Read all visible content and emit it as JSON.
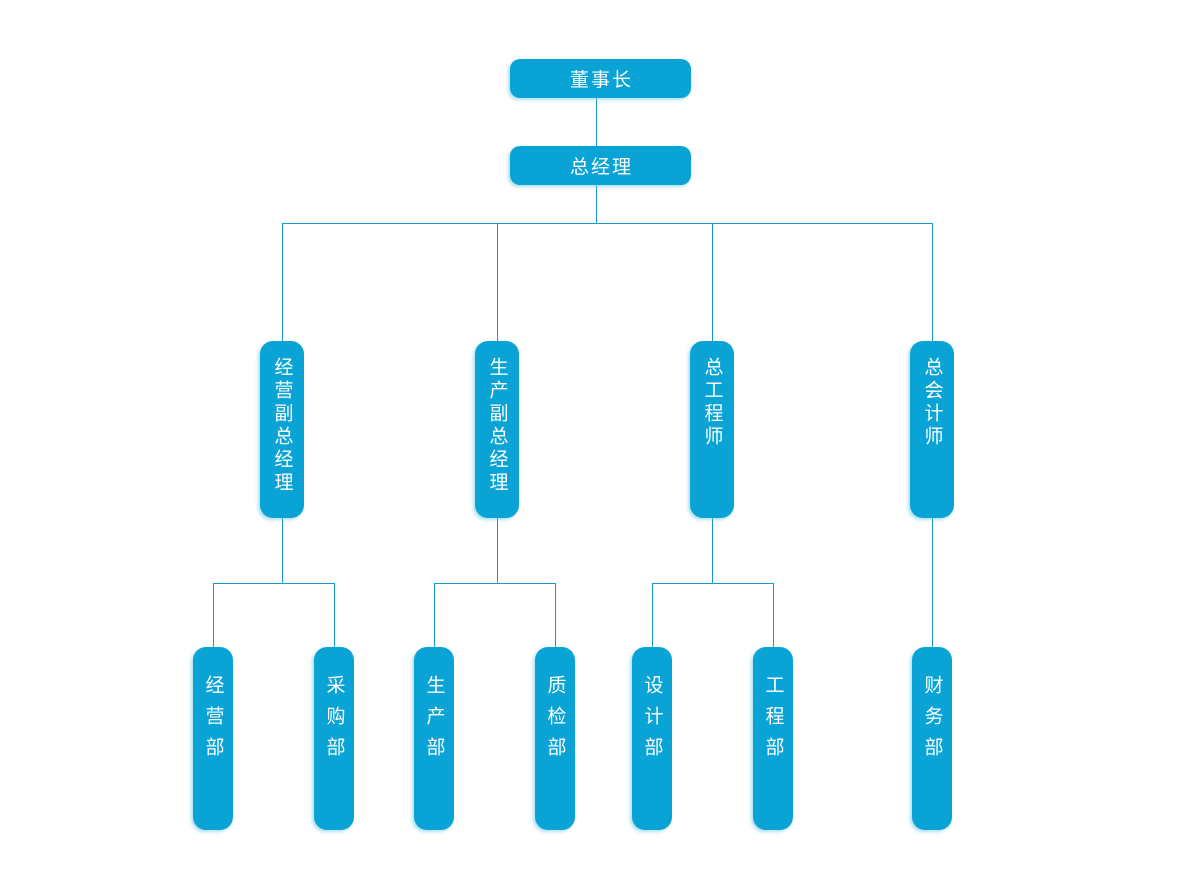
{
  "colors": {
    "background": "#ffffff",
    "node_fill": "#09a3d5",
    "node_text": "#ffffff",
    "connector_line": "#1799cb"
  },
  "diagram": {
    "type": "organization-chart",
    "nodes": {
      "chairman": {
        "label": "董事长"
      },
      "general_manager": {
        "label": "总经理"
      },
      "branches": [
        {
          "label": "经营副总经理",
          "children": [
            {
              "label": "经营部"
            },
            {
              "label": "采购部"
            }
          ]
        },
        {
          "label": "生产副总经理",
          "children": [
            {
              "label": "生产部"
            },
            {
              "label": "质检部"
            }
          ]
        },
        {
          "label": "总工程师",
          "children": [
            {
              "label": "设计部"
            },
            {
              "label": "工程部"
            }
          ]
        },
        {
          "label": "总会计师",
          "children": [
            {
              "label": "财务部"
            }
          ]
        }
      ]
    }
  }
}
